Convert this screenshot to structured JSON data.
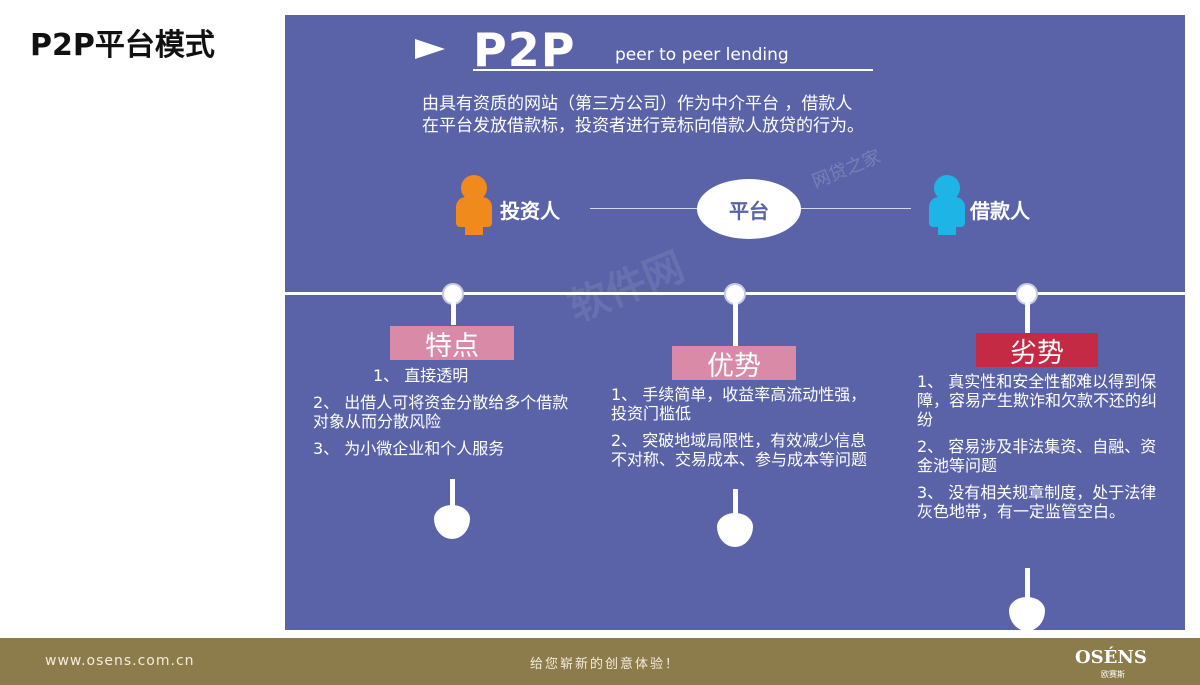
{
  "page": {
    "title": "P2P平台模式"
  },
  "infographic": {
    "heading": "P2P",
    "heading_sub": "peer to peer lending",
    "intro_line1": "由具有资质的网站（第三方公司）作为中介平台 ，借款人",
    "intro_line2": "在平台发放借款标，投资者进行竞标向借款人放贷的行为。",
    "investor_label": "投资人",
    "platform_label": "平台",
    "borrower_label": "借款人",
    "watermark_main": "软件网",
    "watermark_small": "网贷之家",
    "icons": {
      "play": "play-triangle-icon",
      "investor": "person-icon",
      "borrower": "person-icon"
    },
    "colors": {
      "panel": "#5a63a8",
      "investor": "#f08a1d",
      "borrower": "#1eb5e6",
      "tag_features": "#d88aa6",
      "tag_advantages": "#d88aa6",
      "tag_disadvantages": "#c42a43"
    },
    "columns": [
      {
        "tag": "特点",
        "items": [
          "1、 直接透明",
          "2、 出借人可将资金分散给多个借款对象从而分散风险",
          "3、 为小微企业和个人服务"
        ]
      },
      {
        "tag": "优势",
        "items": [
          "1、 手续简单，收益率高流动性强，投资门槛低",
          "2、 突破地域局限性，有效减少信息不对称、交易成本、参与成本等问题"
        ]
      },
      {
        "tag": "劣势",
        "items": [
          "1、 真实性和安全性都难以得到保障，容易产生欺诈和欠款不还的纠纷",
          "2、 容易涉及非法集资、自融、资金池等问题",
          "3、 没有相关规章制度，处于法律灰色地带，有一定监管空白。"
        ]
      }
    ]
  },
  "footer": {
    "url": "www.osens.com.cn",
    "slogan": "给您崭新的创意体验！",
    "logo": "OSÉNS",
    "logo_sub": "欧赛斯"
  }
}
